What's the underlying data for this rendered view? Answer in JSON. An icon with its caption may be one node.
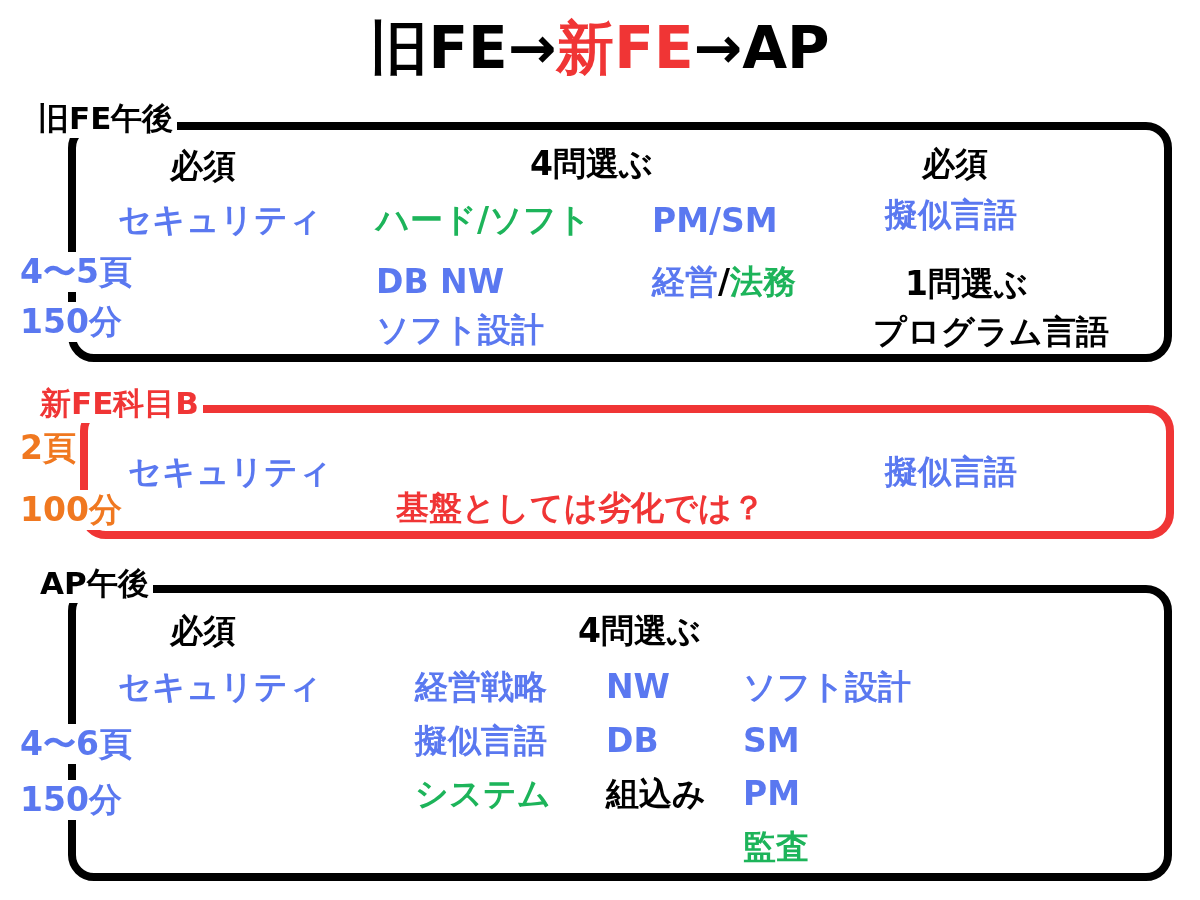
{
  "diagram": {
    "title": "旧FE→新FE→AP",
    "nodes": [
      {
        "text": [
          "旧FE午後",
          "必須",
          "4問選ぶ",
          "必須",
          "セキュリティ",
          "ハード/ソフト",
          "PM/SM",
          "擬似言語",
          "4〜5頁",
          "150分",
          "DB NW",
          "経営/法務",
          "1問選ぶ",
          "ソフト設計",
          "プログラム言語"
        ]
      },
      {
        "text": [
          "新FE科目B",
          "2頁",
          "セキュリティ",
          "擬似言語",
          "100分",
          "基盤としては劣化では？"
        ]
      },
      {
        "text": [
          "AP午後",
          "必須",
          "4問選ぶ",
          "セキュリティ",
          "経営戦略",
          "NW",
          "ソフト設計",
          "4〜6頁",
          "擬似言語",
          "DB",
          "SM",
          "150分",
          "システム",
          "組込み",
          "PM",
          "監査"
        ]
      }
    ]
  }
}
